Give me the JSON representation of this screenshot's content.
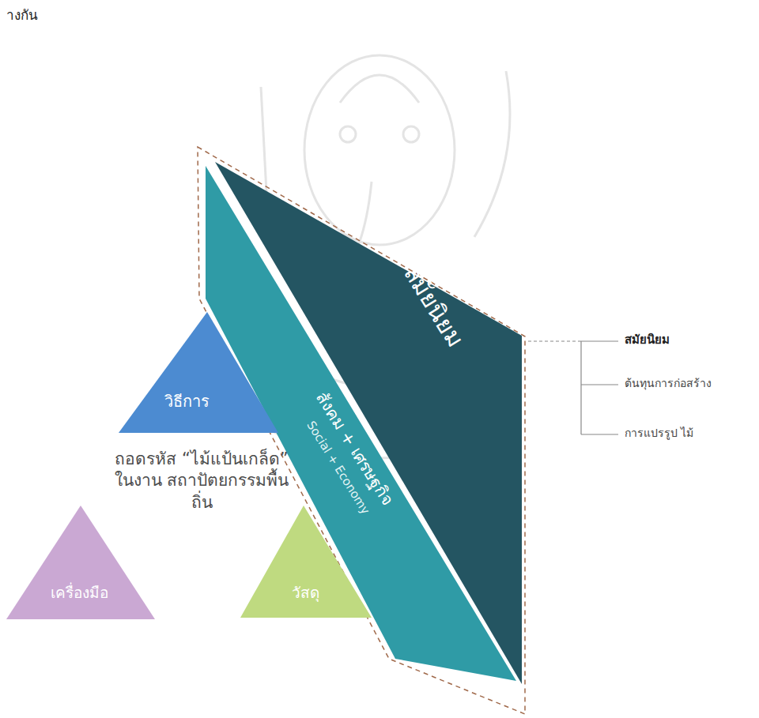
{
  "diagram": {
    "nodes": [
      {
        "text": [
          "สมัยนิยม"
        ]
      },
      {
        "text": [
          "สังคม + เศรษฐกิจ",
          "Social + Economy"
        ]
      },
      {
        "text": [
          "วิธีการ"
        ]
      },
      {
        "text": [
          "เครื่องมือ"
        ]
      },
      {
        "text": [
          "วัสดุ"
        ]
      }
    ],
    "labels": [
      "างกัน",
      "ถอดรหัส “ไม้แป้นเกล็ด” ในงาน สถาปัตยกรรมพื้นถิ่น",
      "สมัยนิยม",
      "ต้นทุนการก่อสร้าง",
      "การแปรรูป ไม้"
    ]
  }
}
